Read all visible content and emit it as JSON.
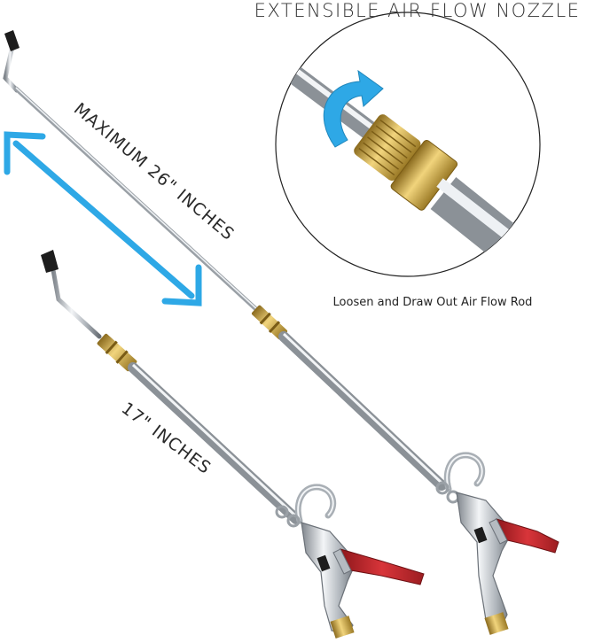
{
  "title": "EXTENSIBLE AIR FLOW NOZZLE",
  "max_label": "MAXIMUM 26\" INCHES",
  "short_label": "17\" INCHES",
  "caption": "Loosen and Draw Out Air Flow Rod",
  "colors": {
    "arrow_blue": "#2ea8e6",
    "brass": "#c9a23a",
    "chrome": "#c8ccd1",
    "lever_red": "#c0282d",
    "tip_black": "#1d1d1d"
  },
  "icons": [
    "rotate-arrow-icon",
    "double-arrow-icon"
  ]
}
